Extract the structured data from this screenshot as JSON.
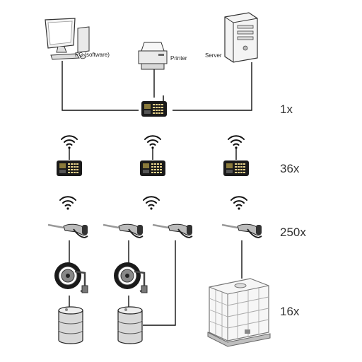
{
  "devices": {
    "pc": {
      "label": "PC (software)",
      "icon": "desktop-computer-icon"
    },
    "printer": {
      "label": "Printer",
      "icon": "printer-icon"
    },
    "server": {
      "label": "Server",
      "icon": "tower-server-icon"
    }
  },
  "tiers": {
    "master_count": "1x",
    "terminal_count": "36x",
    "nozzle_count": "250x",
    "tank_count": "16x"
  },
  "colors": {
    "line": "#111111",
    "terminal_body": "#1a1a1a",
    "terminal_screen": "#8a7a3a",
    "drum": "#d8d8d8",
    "ibc_frame": "#777777"
  }
}
